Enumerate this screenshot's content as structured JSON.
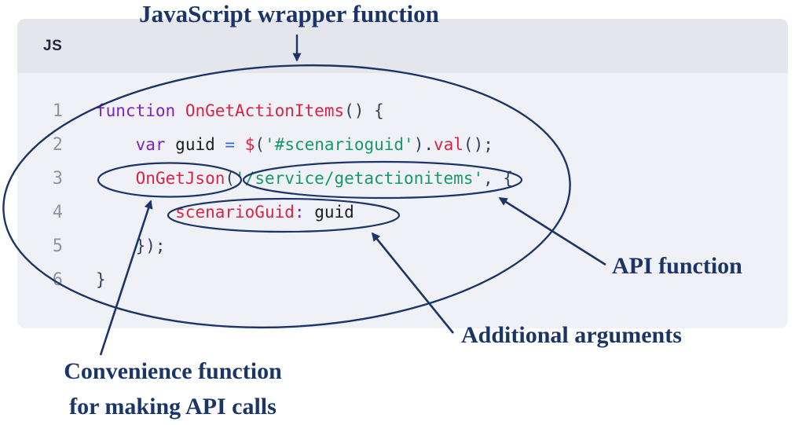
{
  "title": "JavaScript wrapper function",
  "code_block": {
    "language_label": "JS",
    "palette": {
      "keyword": "#7f22c7",
      "func": "#d92545",
      "string": "#149a67",
      "op": "#2f6bd0",
      "var": "#1c1c1c",
      "punct": "#32405e",
      "plain": "#32405e"
    },
    "lines": [
      {
        "no": "1",
        "tokens": [
          {
            "t": "function",
            "c": "keyword"
          },
          {
            "t": " ",
            "c": "plain"
          },
          {
            "t": "OnGetActionItems",
            "c": "func"
          },
          {
            "t": "() {",
            "c": "punct"
          }
        ]
      },
      {
        "no": "2",
        "tokens": [
          {
            "t": "    ",
            "c": "plain"
          },
          {
            "t": "var",
            "c": "keyword"
          },
          {
            "t": " ",
            "c": "plain"
          },
          {
            "t": "guid",
            "c": "var"
          },
          {
            "t": " ",
            "c": "plain"
          },
          {
            "t": "=",
            "c": "op"
          },
          {
            "t": " ",
            "c": "plain"
          },
          {
            "t": "$",
            "c": "func"
          },
          {
            "t": "(",
            "c": "punct"
          },
          {
            "t": "'#scenarioguid'",
            "c": "string"
          },
          {
            "t": ").",
            "c": "punct"
          },
          {
            "t": "val",
            "c": "func"
          },
          {
            "t": "();",
            "c": "punct"
          }
        ]
      },
      {
        "no": "3",
        "tokens": [
          {
            "t": "    ",
            "c": "plain"
          },
          {
            "t": "OnGetJson",
            "c": "func"
          },
          {
            "t": "(",
            "c": "punct"
          },
          {
            "t": "'/service/getactionitems'",
            "c": "string"
          },
          {
            "t": ", {",
            "c": "punct"
          }
        ]
      },
      {
        "no": "4",
        "tokens": [
          {
            "t": "        ",
            "c": "plain"
          },
          {
            "t": "scenarioGuid",
            "c": "func"
          },
          {
            "t": ":",
            "c": "keyword"
          },
          {
            "t": " ",
            "c": "plain"
          },
          {
            "t": "guid",
            "c": "var"
          }
        ]
      },
      {
        "no": "5",
        "tokens": [
          {
            "t": "    ",
            "c": "plain"
          },
          {
            "t": "});",
            "c": "punct"
          }
        ]
      },
      {
        "no": "6",
        "tokens": [
          {
            "t": "}",
            "c": "punct"
          }
        ]
      }
    ]
  },
  "annotations": {
    "wrapper_label": "JavaScript wrapper function",
    "api_label": "API function",
    "args_label": "Additional arguments",
    "convenience_label_line1": "Convenience function",
    "convenience_label_line2": "for making API calls"
  },
  "colors": {
    "navy": "#1b3568",
    "canvas_bg": "#ffffff",
    "code_header_bg": "#e5e6ec",
    "code_body_bg": "#f0f1f6",
    "line_number": "#8d93a8"
  }
}
